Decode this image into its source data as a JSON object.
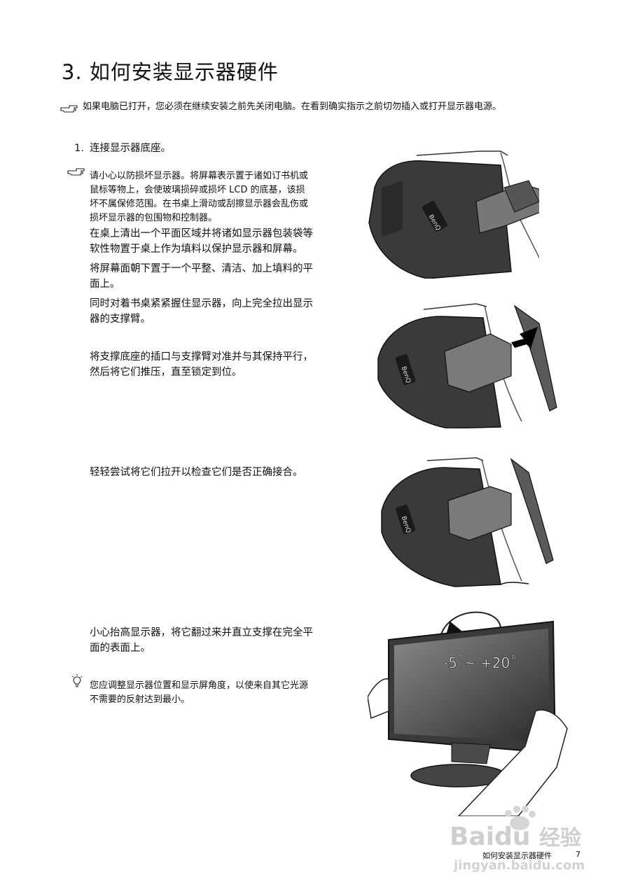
{
  "page": {
    "title": "3. 如何安装显示器硬件",
    "top_note": "如果电脑已打开，您必须在继续安装之前先关闭电脑。在看到确实指示之前切勿插入或打开显示器电源。",
    "step1": {
      "number": "1.",
      "label": "连接显示器底座。"
    },
    "caution_lines": [
      "请小心以防损坏显示器。将屏幕表示置于诸如订书机或",
      "鼠标等物上，会使玻璃损碎或损坏 LCD 的底基，该损",
      "坏不属保修范围。在书桌上滑动或刮擦显示器会乱伤或",
      "损坏显示器的包围物和控制器。"
    ],
    "para_a": [
      "在桌上清出一个平面区域并将诸如显示器包装袋等",
      "软性物置于桌上作为填料以保护显示器和屏幕。"
    ],
    "para_b": [
      "将屏幕面朝下置于一个平整、清洁、加上填料的平",
      "面上。"
    ],
    "para_c": [
      "同时对着书桌紧紧握住显示器，向上完全拉出显示",
      "器的支撑臂。"
    ],
    "para_d": [
      "将支撑底座的插口与支撑臂对准并与其保持平行，",
      "然后将它们推压，直至锁定到位。"
    ],
    "para_e": "轻轻尝试将它们拉开以检查它们是否正确接合。",
    "para_f": [
      "小心抬高显示器，将它翻过来并直立支撑在完全平",
      "面的表面上。"
    ],
    "tip_lines": [
      "您应调整显示器位置和显示屏角度，以使来自其它光源",
      "不需要的反射达到最小。"
    ],
    "brand_label": "BenQ",
    "tilt_label": "-5˚~ +20˚",
    "footer": {
      "section": "如何安装显示器硬件",
      "page_number": "7"
    },
    "watermark": {
      "main": "Bai",
      "paw": "du",
      "cn": "经验",
      "url": "jingyan.baidu.com"
    }
  }
}
